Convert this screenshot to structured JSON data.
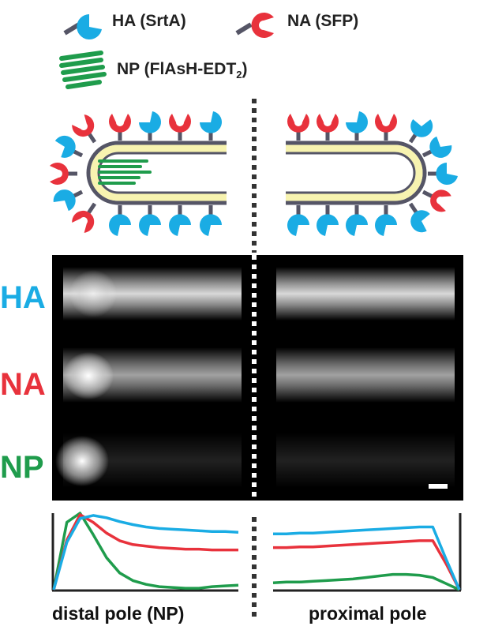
{
  "legend": {
    "ha": {
      "label": "HA (SrtA)",
      "color": "#1aace4"
    },
    "na": {
      "label": "NA (SFP)",
      "color": "#e8323c"
    },
    "np": {
      "label_main": "NP (FlAsH-EDT",
      "label_sub": "2",
      "label_tail": ")",
      "color": "#1f9c4c"
    }
  },
  "rows": [
    {
      "label": "HA",
      "color": "#1aace4"
    },
    {
      "label": "NA",
      "color": "#e8323c"
    },
    {
      "label": "NP",
      "color": "#1f9c4c"
    }
  ],
  "axis": {
    "distal": "distal pole (NP)",
    "proximal": "proximal pole"
  },
  "colors": {
    "membrane": "#f7f3b0",
    "membrane_edge": "#555566",
    "stalk": "#555566",
    "divider": "#333333"
  },
  "chart_data": {
    "type": "line",
    "panels": [
      "distal",
      "proximal"
    ],
    "series": [
      {
        "name": "HA",
        "color": "#1aace4",
        "distal": [
          0.0,
          0.62,
          0.93,
          0.97,
          0.94,
          0.89,
          0.85,
          0.82,
          0.8,
          0.79,
          0.78,
          0.77,
          0.76,
          0.76,
          0.75
        ],
        "proximal": [
          0.73,
          0.73,
          0.74,
          0.74,
          0.75,
          0.76,
          0.77,
          0.78,
          0.79,
          0.8,
          0.81,
          0.82,
          0.82,
          0.4,
          0.0
        ]
      },
      {
        "name": "NA",
        "color": "#e8323c",
        "distal": [
          0.0,
          0.65,
          0.98,
          0.88,
          0.74,
          0.64,
          0.59,
          0.57,
          0.55,
          0.54,
          0.53,
          0.53,
          0.52,
          0.52,
          0.52
        ],
        "proximal": [
          0.55,
          0.55,
          0.56,
          0.56,
          0.57,
          0.58,
          0.59,
          0.6,
          0.61,
          0.62,
          0.63,
          0.64,
          0.64,
          0.34,
          0.0
        ]
      },
      {
        "name": "NP",
        "color": "#1f9c4c",
        "distal": [
          0.0,
          0.88,
          1.0,
          0.72,
          0.42,
          0.22,
          0.12,
          0.07,
          0.04,
          0.03,
          0.02,
          0.02,
          0.04,
          0.05,
          0.06
        ],
        "proximal": [
          0.09,
          0.1,
          0.1,
          0.11,
          0.12,
          0.13,
          0.14,
          0.16,
          0.18,
          0.2,
          0.2,
          0.19,
          0.16,
          0.08,
          0.0
        ]
      }
    ]
  }
}
